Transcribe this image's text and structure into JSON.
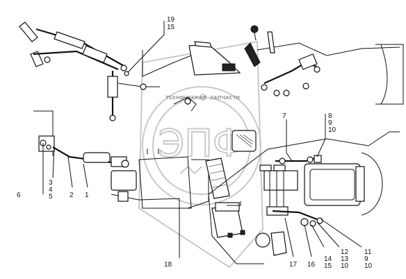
{
  "watermark": {
    "logo_text": "ЭПФ",
    "caption_left": "ТЕХНИЧЕСКАЯ",
    "caption_right": "ЗАПЧАСТИ"
  },
  "callouts": [
    {
      "id": "c19",
      "text": "19"
    },
    {
      "id": "c15a",
      "text": "15"
    },
    {
      "id": "c7",
      "text": "7"
    },
    {
      "id": "c8",
      "text": "8"
    },
    {
      "id": "c9a",
      "text": "9"
    },
    {
      "id": "c10a",
      "text": "10"
    },
    {
      "id": "c6",
      "text": "6"
    },
    {
      "id": "c3",
      "text": "3"
    },
    {
      "id": "c4",
      "text": "4"
    },
    {
      "id": "c5",
      "text": "5"
    },
    {
      "id": "c2",
      "text": "2"
    },
    {
      "id": "c1",
      "text": "1"
    },
    {
      "id": "c18",
      "text": "18"
    },
    {
      "id": "c17",
      "text": "17"
    },
    {
      "id": "c16",
      "text": "16"
    },
    {
      "id": "c14",
      "text": "14"
    },
    {
      "id": "c15b",
      "text": "15"
    },
    {
      "id": "c12",
      "text": "12"
    },
    {
      "id": "c13",
      "text": "13"
    },
    {
      "id": "c10b",
      "text": "10"
    },
    {
      "id": "c11",
      "text": "11"
    },
    {
      "id": "c9b",
      "text": "9"
    },
    {
      "id": "c10c",
      "text": "10"
    }
  ],
  "colors": {
    "ink": "#111111",
    "watermark": "#c9c9c9",
    "background": "#ffffff"
  }
}
